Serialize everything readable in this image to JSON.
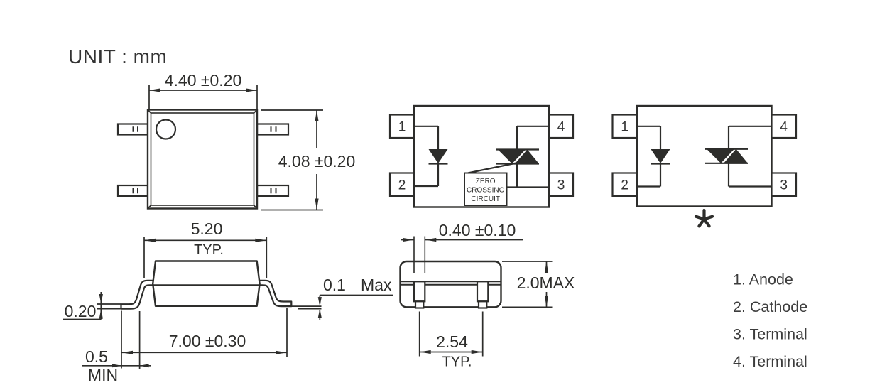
{
  "unit_label": "UNIT : mm",
  "top_view": {
    "width_dim": "4.40 ±0.20",
    "height_dim": "4.08 ±0.20"
  },
  "schematic_zc": {
    "pins": {
      "p1": "1",
      "p2": "2",
      "p3": "3",
      "p4": "4"
    },
    "zero_crossing": {
      "line1": "ZERO",
      "line2": "CROSSING",
      "line3": "CIRCUIT"
    }
  },
  "schematic_basic": {
    "pins": {
      "p1": "1",
      "p2": "2",
      "p3": "3",
      "p4": "4"
    },
    "footnote_marker": "*"
  },
  "side_view": {
    "shoulder_width_dim": "5.20",
    "shoulder_width_qual": "TYP.",
    "lead_thickness_dim": "0.20",
    "overall_width_dim": "7.00 ±0.30",
    "foot_length_dim": "0.5",
    "foot_length_qual": "MIN",
    "standoff_value": "0.1",
    "standoff_qual": "Max"
  },
  "end_view": {
    "lead_width_dim": "0.40 ±0.10",
    "height_dim": "2.0MAX",
    "pitch_dim": "2.54",
    "pitch_qual": "TYP."
  },
  "legend": {
    "items": [
      "1. Anode",
      "2. Cathode",
      "3. Terminal",
      "4. Terminal"
    ]
  }
}
